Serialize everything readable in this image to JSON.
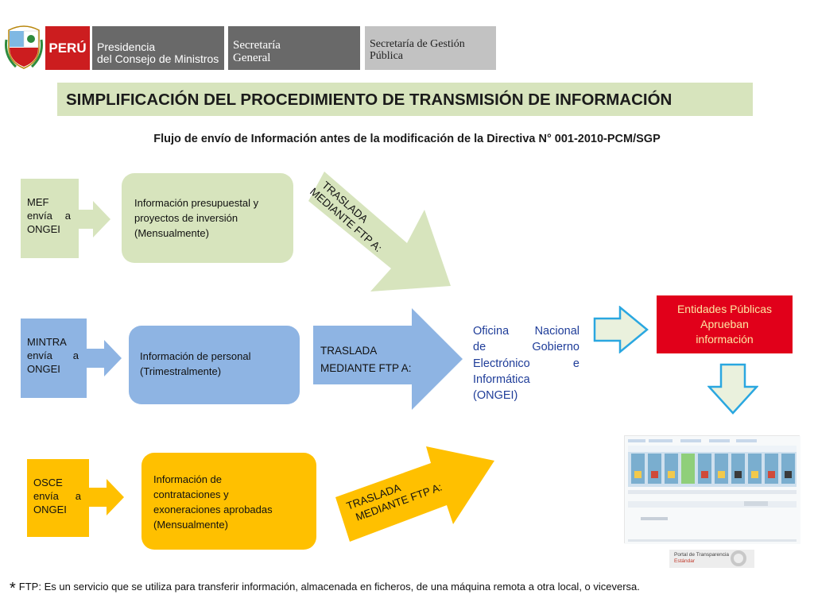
{
  "header": {
    "peru_label": "PERÚ",
    "pcm_line1": "Presidencia",
    "pcm_line2": "del Consejo de Ministros",
    "sg_line1": "Secretaría",
    "sg_line2": "General",
    "sgp_line1": "Secretaría de Gestión",
    "sgp_line2": "Pública"
  },
  "title": "SIMPLIFICACIÓN DEL PROCEDIMIENTO DE TRANSMISIÓN DE INFORMACIÓN",
  "subtitle": "Flujo de envío de Información antes de la modificación de la Directiva N° 001-2010-PCM/SGP",
  "rows": [
    {
      "source_line1": "MEF",
      "source_w1": "envía",
      "source_w2": "a",
      "source_line3": "ONGEI",
      "info_lines": [
        "Información presupuestal y",
        "proyectos de inversión",
        "(Mensualmente)"
      ],
      "arrow_line1": "TRASLADA",
      "arrow_line2": "MEDIANTE FTP A:",
      "color": "#d7e4bd"
    },
    {
      "source_line1": "MINTRA",
      "source_w1": "envía",
      "source_w2": "a",
      "source_line3": "ONGEI",
      "info_lines": [
        "Información de personal",
        "(Trimestralmente)"
      ],
      "arrow_line1": "TRASLADA",
      "arrow_line2": "MEDIANTE FTP A:",
      "color": "#8eb4e3"
    },
    {
      "source_line1": "OSCE",
      "source_w1": "envía",
      "source_w2": "a",
      "source_line3": "ONGEI",
      "info_lines": [
        "Información de",
        "contrataciones y",
        "exoneraciones aprobadas",
        "(Mensualmente)"
      ],
      "arrow_line1": "TRASLADA",
      "arrow_line2": "MEDIANTE FTP A:",
      "color": "#ffc000"
    }
  ],
  "ongei": {
    "w1": "Oficina",
    "w2": "Nacional",
    "w3": "de",
    "w4": "Gobierno",
    "w5": "Electrónico",
    "w6": "e",
    "line4": "Informática",
    "line5": "(ONGEI)"
  },
  "entidades": {
    "line1": "Entidades Públicas",
    "line2": "Aprueban",
    "line3": "información"
  },
  "portal": {
    "brand_line1": "Portal de Transparencia",
    "brand_line2": "Estándar"
  },
  "footnote": {
    "star": "*",
    "text": "FTP: Es un servicio que se utiliza para transferir información, almacenada en ficheros, de una  máquina remota a otra local, o viceversa."
  },
  "colors": {
    "green": "#d7e4bd",
    "blue": "#8eb4e3",
    "yellow": "#ffc000",
    "red": "#e1001a",
    "gray_dark": "#696969",
    "gray_light": "#c2c2c2"
  }
}
